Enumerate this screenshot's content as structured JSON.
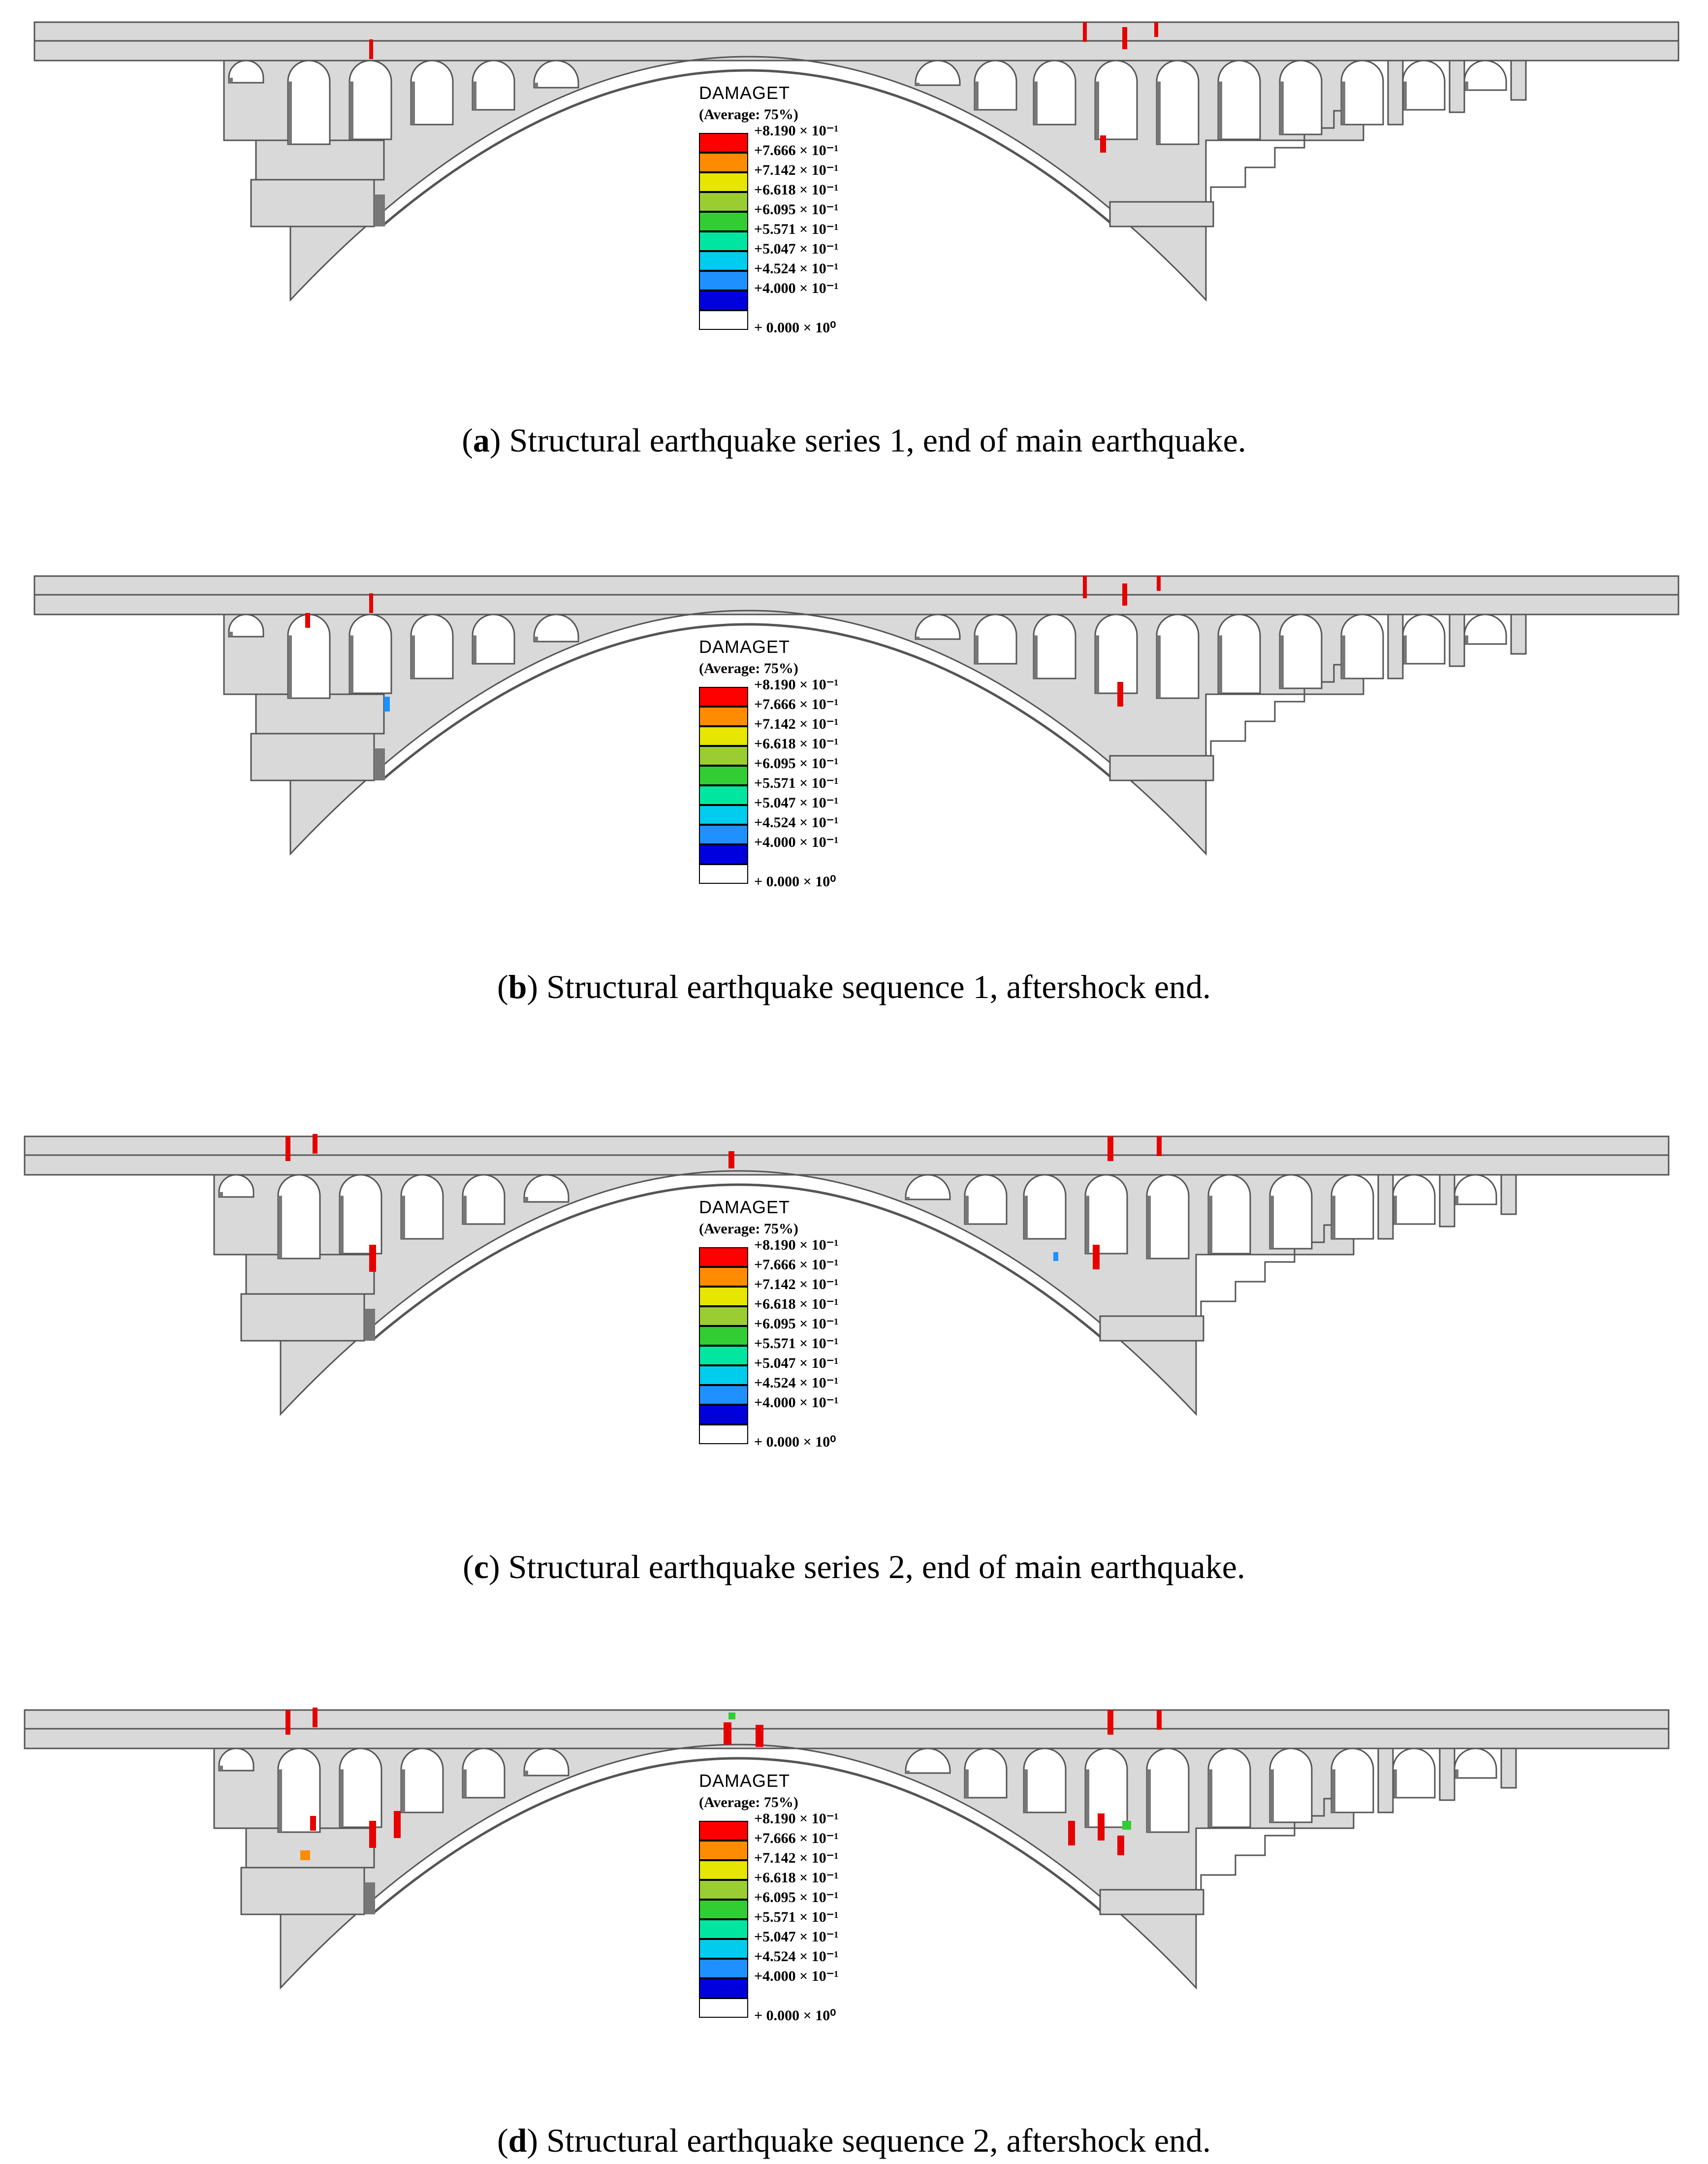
{
  "legend": {
    "title": "DAMAGET",
    "subtitle": "(Average: 75%)",
    "values": [
      "+8.190 × 10⁻¹",
      "+7.666 × 10⁻¹",
      "+7.142 × 10⁻¹",
      "+6.618 × 10⁻¹",
      "+6.095 × 10⁻¹",
      "+5.571 × 10⁻¹",
      "+5.047 × 10⁻¹",
      "+4.524 × 10⁻¹",
      "+4.000 × 10⁻¹",
      "+ 0.000 × 10⁰"
    ],
    "colors": [
      "#ff0000",
      "#ff8c00",
      "#e6e600",
      "#9acd32",
      "#32cd32",
      "#00e6a0",
      "#00ccee",
      "#1e90ff",
      "#0000dd",
      "#ffffff"
    ]
  },
  "colors": {
    "concrete": "#d9d9d9",
    "edge": "#555555",
    "shadow": "#777777",
    "damage": "#e60000"
  },
  "panels": [
    {
      "label": "a",
      "caption": "Structural earthquake series 1, end of main earthquake."
    },
    {
      "label": "b",
      "caption": "Structural earthquake sequence 1, aftershock end."
    },
    {
      "label": "c",
      "caption": "Structural earthquake series 2, end of main earthquake."
    },
    {
      "label": "d",
      "caption": "Structural earthquake sequence 2, aftershock end."
    }
  ]
}
